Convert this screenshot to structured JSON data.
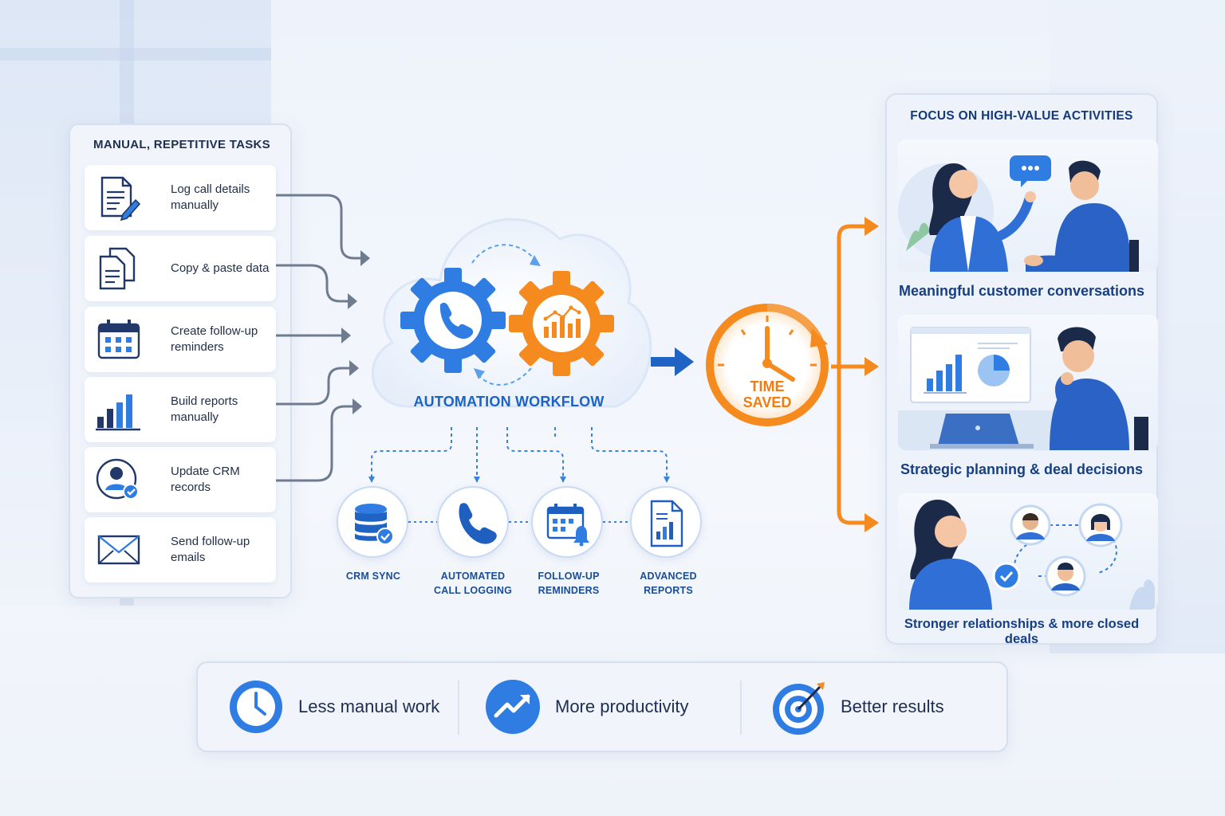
{
  "left_panel": {
    "title": "MANUAL, REPETITIVE TASKS",
    "tasks": [
      {
        "label": "Log call details manually",
        "icon": "document-edit-icon"
      },
      {
        "label": "Copy & paste data",
        "icon": "copy-documents-icon"
      },
      {
        "label": "Create follow-up reminders",
        "icon": "calendar-icon"
      },
      {
        "label": "Build reports manually",
        "icon": "bar-chart-icon"
      },
      {
        "label": "Update CRM records",
        "icon": "user-check-icon"
      },
      {
        "label": "Send follow-up emails",
        "icon": "envelope-icon"
      }
    ]
  },
  "workflow": {
    "title": "AUTOMATION WORKFLOW",
    "features": [
      {
        "label_1": "CRM SYNC",
        "label_2": "",
        "icon": "database-check-icon"
      },
      {
        "label_1": "AUTOMATED",
        "label_2": "CALL LOGGING",
        "icon": "phone-icon"
      },
      {
        "label_1": "FOLLOW-UP",
        "label_2": "REMINDERS",
        "icon": "calendar-bell-icon"
      },
      {
        "label_1": "ADVANCED",
        "label_2": "REPORTS",
        "icon": "report-icon"
      }
    ]
  },
  "time_saved": {
    "line_1": "TIME",
    "line_2": "SAVED",
    "icon": "clock-icon"
  },
  "right_panel": {
    "title": "FOCUS ON HIGH-VALUE ACTIVITIES",
    "activities": [
      {
        "label": "Meaningful customer conversations"
      },
      {
        "label": "Strategic planning & deal decisions"
      },
      {
        "label": "Stronger relationships & more closed deals"
      }
    ]
  },
  "benefits": [
    {
      "label": "Less manual work",
      "icon": "clock-icon"
    },
    {
      "label": "More productivity",
      "icon": "trend-up-icon"
    },
    {
      "label": "Better results",
      "icon": "target-icon"
    }
  ],
  "colors": {
    "blue": "#2f7de3",
    "dark_blue": "#1a4d97",
    "orange": "#f58a1f",
    "gray_arrow": "#6f7c90"
  }
}
